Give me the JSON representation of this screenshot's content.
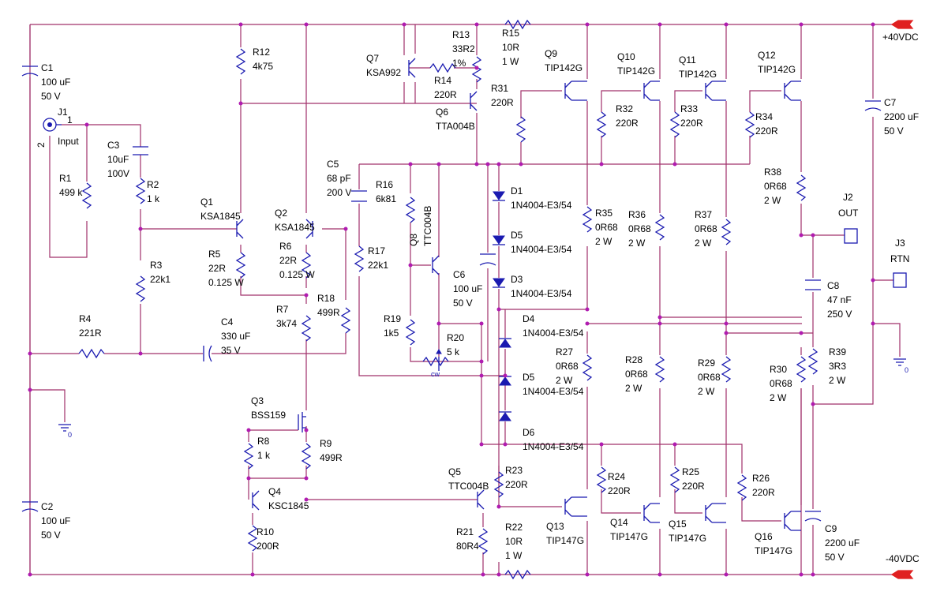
{
  "title": "",
  "rails": {
    "pos": "+40VDC",
    "neg": "-40VDC"
  },
  "connectors": {
    "j1": {
      "ref": "J1",
      "name": "Input",
      "pin1": "1",
      "pin2": "2"
    },
    "j2": {
      "ref": "J2",
      "name": "OUT"
    },
    "j3": {
      "ref": "J3",
      "name": "RTN"
    }
  },
  "gnd_label": "0",
  "ground_ids": [
    "g1",
    "g2",
    "g3"
  ],
  "pot_cw": "cw",
  "labels": [
    {
      "id": "c1",
      "lines": [
        "C1",
        "100 uF",
        "50 V"
      ]
    },
    {
      "id": "c2",
      "lines": [
        "C2",
        "100 uF",
        "50 V"
      ]
    },
    {
      "id": "c3",
      "lines": [
        "C3",
        "10uF",
        "100V"
      ]
    },
    {
      "id": "r1",
      "lines": [
        "R1",
        "499 k"
      ]
    },
    {
      "id": "r2",
      "lines": [
        "R2",
        "1 k"
      ]
    },
    {
      "id": "r3",
      "lines": [
        "R3",
        "22k1"
      ]
    },
    {
      "id": "r4",
      "lines": [
        "R4",
        "221R"
      ]
    },
    {
      "id": "c4",
      "lines": [
        "C4",
        "330 uF",
        "35 V"
      ]
    },
    {
      "id": "r12",
      "lines": [
        "R12",
        "4k75"
      ]
    },
    {
      "id": "q1",
      "lines": [
        "Q1",
        "KSA1845"
      ]
    },
    {
      "id": "r5",
      "lines": [
        "R5",
        "22R",
        "0.125 W"
      ]
    },
    {
      "id": "q2",
      "lines": [
        "Q2",
        "KSA1845"
      ]
    },
    {
      "id": "r6",
      "lines": [
        "R6",
        "22R",
        "0.125 W"
      ]
    },
    {
      "id": "r7",
      "lines": [
        "R7",
        "3k74"
      ]
    },
    {
      "id": "r18",
      "lines": [
        "R18",
        "499R"
      ]
    },
    {
      "id": "c5",
      "lines": [
        "C5",
        "68 pF",
        "200 V"
      ]
    },
    {
      "id": "r16",
      "lines": [
        "R16",
        "6k81"
      ]
    },
    {
      "id": "r17",
      "lines": [
        "R17",
        "22k1"
      ]
    },
    {
      "id": "q8",
      "lines": [
        "Q8",
        "TTC004B"
      ]
    },
    {
      "id": "r19",
      "lines": [
        "R19",
        "1k5"
      ]
    },
    {
      "id": "c6",
      "lines": [
        "C6",
        "100 uF",
        "50 V"
      ]
    },
    {
      "id": "r20",
      "lines": [
        "R20",
        "5 k"
      ]
    },
    {
      "id": "q7",
      "lines": [
        "Q7",
        "KSA992"
      ]
    },
    {
      "id": "r13",
      "lines": [
        "R13",
        "33R2",
        "1%"
      ]
    },
    {
      "id": "r14",
      "lines": [
        "R14",
        "220R"
      ]
    },
    {
      "id": "r15",
      "lines": [
        "R15",
        "10R",
        "1 W"
      ]
    },
    {
      "id": "q6",
      "lines": [
        "Q6",
        "TTA004B"
      ]
    },
    {
      "id": "r31",
      "lines": [
        "R31",
        "220R"
      ]
    },
    {
      "id": "q9",
      "lines": [
        "Q9",
        "TIP142G"
      ]
    },
    {
      "id": "q10",
      "lines": [
        "Q10",
        "TIP142G"
      ]
    },
    {
      "id": "q11",
      "lines": [
        "Q11",
        "TIP142G"
      ]
    },
    {
      "id": "q12",
      "lines": [
        "Q12",
        "TIP142G"
      ]
    },
    {
      "id": "r32",
      "lines": [
        "R32",
        "220R"
      ]
    },
    {
      "id": "r33",
      "lines": [
        "R33",
        "220R"
      ]
    },
    {
      "id": "r34",
      "lines": [
        "R34",
        "220R"
      ]
    },
    {
      "id": "d1",
      "lines": [
        "D1",
        "1N4004-E3/54"
      ]
    },
    {
      "id": "d5a",
      "lines": [
        "D5",
        "1N4004-E3/54"
      ]
    },
    {
      "id": "d3",
      "lines": [
        "D3",
        "1N4004-E3/54"
      ]
    },
    {
      "id": "d4",
      "lines": [
        "D4",
        "1N4004-E3/54"
      ]
    },
    {
      "id": "d5b",
      "lines": [
        "D5",
        "1N4004-E3/54"
      ]
    },
    {
      "id": "d6",
      "lines": [
        "D6",
        "1N4004-E3/54"
      ]
    },
    {
      "id": "r35",
      "lines": [
        "R35",
        "0R68",
        "2 W"
      ]
    },
    {
      "id": "r36",
      "lines": [
        "R36",
        "0R68",
        "2 W"
      ]
    },
    {
      "id": "r37",
      "lines": [
        "R37",
        "0R68",
        "2 W"
      ]
    },
    {
      "id": "r38",
      "lines": [
        "R38",
        "0R68",
        "2 W"
      ]
    },
    {
      "id": "r27",
      "lines": [
        "R27",
        "0R68",
        "2 W"
      ]
    },
    {
      "id": "r28",
      "lines": [
        "R28",
        "0R68",
        "2 W"
      ]
    },
    {
      "id": "r29",
      "lines": [
        "R29",
        "0R68",
        "2 W"
      ]
    },
    {
      "id": "r30",
      "lines": [
        "R30",
        "0R68",
        "2 W"
      ]
    },
    {
      "id": "c7",
      "lines": [
        "C7",
        "2200 uF",
        "50 V"
      ]
    },
    {
      "id": "c8",
      "lines": [
        "C8",
        "47 nF",
        "250 V"
      ]
    },
    {
      "id": "r39",
      "lines": [
        "R39",
        "3R3",
        "2 W"
      ]
    },
    {
      "id": "c9",
      "lines": [
        "C9",
        "2200 uF",
        "50 V"
      ]
    },
    {
      "id": "q3",
      "lines": [
        "Q3",
        "BSS159"
      ]
    },
    {
      "id": "r8",
      "lines": [
        "R8",
        "1 k"
      ]
    },
    {
      "id": "r9",
      "lines": [
        "R9",
        "499R"
      ]
    },
    {
      "id": "q4",
      "lines": [
        "Q4",
        "KSC1845"
      ]
    },
    {
      "id": "r10",
      "lines": [
        "R10",
        "200R"
      ]
    },
    {
      "id": "q5",
      "lines": [
        "Q5",
        "TTC004B"
      ]
    },
    {
      "id": "r21",
      "lines": [
        "R21",
        "80R4"
      ]
    },
    {
      "id": "r22",
      "lines": [
        "R22",
        "10R",
        "1 W"
      ]
    },
    {
      "id": "r23",
      "lines": [
        "R23",
        "220R"
      ]
    },
    {
      "id": "r24",
      "lines": [
        "R24",
        "220R"
      ]
    },
    {
      "id": "r25",
      "lines": [
        "R25",
        "220R"
      ]
    },
    {
      "id": "r26",
      "lines": [
        "R26",
        "220R"
      ]
    },
    {
      "id": "q13",
      "lines": [
        "Q13",
        "TIP147G"
      ]
    },
    {
      "id": "q14",
      "lines": [
        "Q14",
        "TIP147G"
      ]
    },
    {
      "id": "q15",
      "lines": [
        "Q15",
        "TIP147G"
      ]
    },
    {
      "id": "q16",
      "lines": [
        "Q16",
        "TIP147G"
      ]
    }
  ]
}
